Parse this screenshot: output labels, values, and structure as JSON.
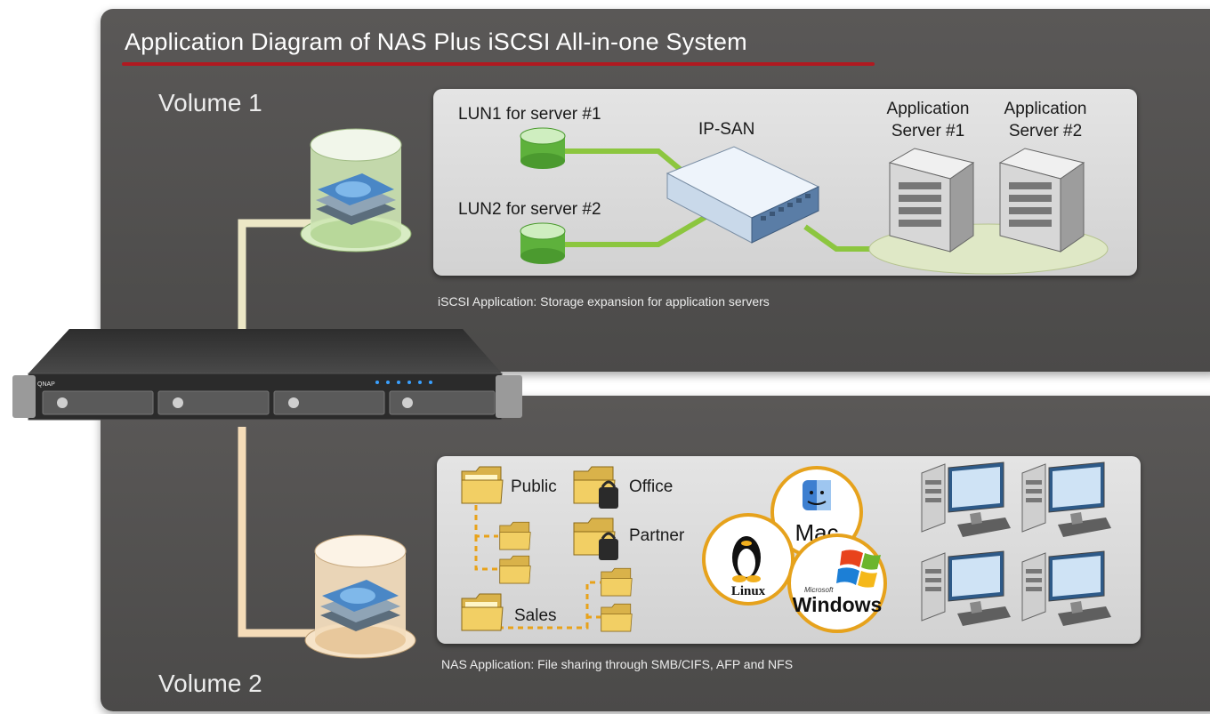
{
  "title": "Application Diagram of NAS Plus iSCSI All-in-one System",
  "volumes": {
    "volume1": "Volume 1",
    "volume2": "Volume 2"
  },
  "iscsi": {
    "lun1_label": "LUN1 for server #1",
    "lun2_label": "LUN2 for server #2",
    "ipsan_label": "IP-SAN",
    "server1_label_line1": "Application",
    "server1_label_line2": "Server #1",
    "server2_label_line1": "Application",
    "server2_label_line2": "Server #2",
    "caption": "iSCSI Application: Storage expansion for application servers"
  },
  "nas": {
    "folders": {
      "public": "Public",
      "office": "Office",
      "partner": "Partner",
      "sales": "Sales"
    },
    "os": {
      "mac": "Mac",
      "linux": "Linux",
      "windows": "Windows",
      "microsoft": "Microsoft"
    },
    "caption": "NAS Application: File sharing through SMB/CIFS, AFP and NFS"
  },
  "device": {
    "brand": "QNAP"
  },
  "colors": {
    "panel": "#4f4e4d",
    "accent_red": "#b01920",
    "link_green": "#8cc63f",
    "cable_cream": "#efe8c8"
  }
}
